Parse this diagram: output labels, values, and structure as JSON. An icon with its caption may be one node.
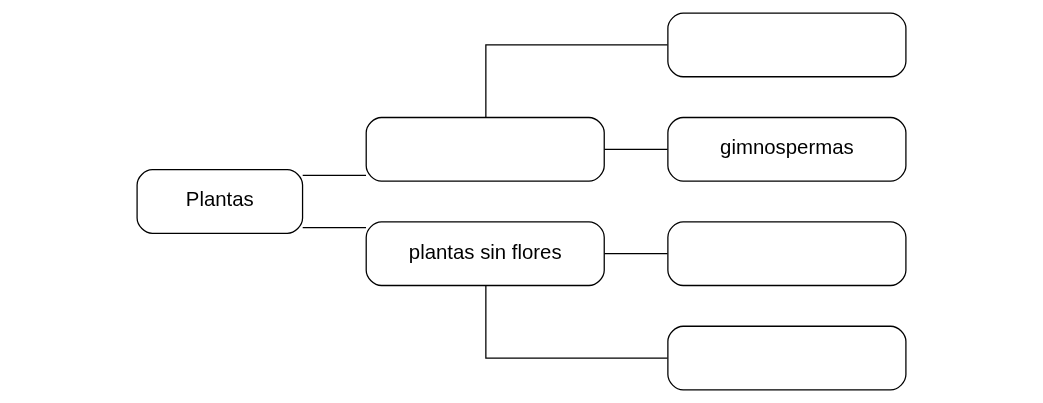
{
  "diagram": {
    "nodes": [
      {
        "text": [
          "Plantas"
        ]
      },
      {
        "text": [],
        "shape": "box"
      },
      {
        "text": [],
        "shape": "box"
      },
      {
        "text": [
          "gimnospermas"
        ]
      },
      {
        "text": [
          "plantas sin flores"
        ]
      },
      {
        "text": [],
        "shape": "box"
      },
      {
        "text": [],
        "shape": "box"
      }
    ],
    "edges": [
      {
        "from": 0,
        "to": 1,
        "arrow": "none"
      },
      {
        "from": 0,
        "to": 4,
        "arrow": "none"
      },
      {
        "from": 1,
        "to": 2,
        "arrow": "none"
      },
      {
        "from": 1,
        "to": 3,
        "arrow": "none"
      },
      {
        "from": 4,
        "to": 5,
        "arrow": "none"
      },
      {
        "from": 4,
        "to": 6,
        "arrow": "none"
      }
    ]
  }
}
